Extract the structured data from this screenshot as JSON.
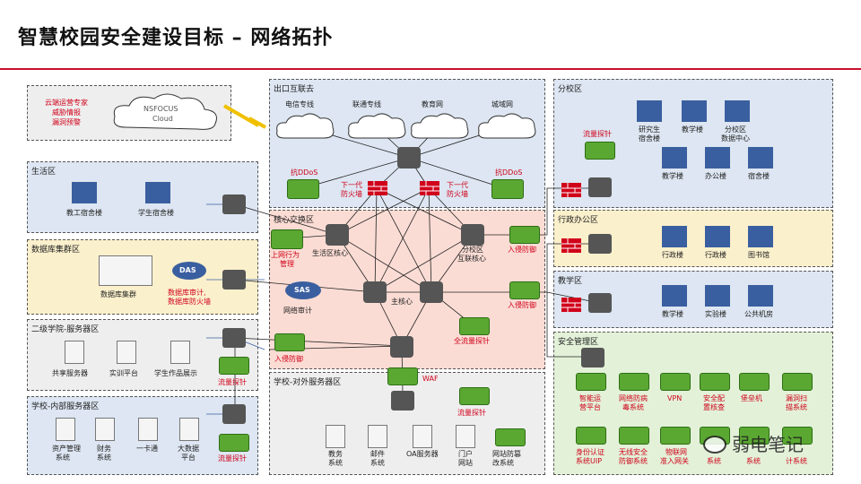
{
  "title": "智慧校园安全建设目标 – 网络拓扑",
  "zones": {
    "cloud": "",
    "internet": "出口互联去",
    "life": "生活区",
    "db": "数据库集群区",
    "college": "二级学院-服务器区",
    "internal": "学校-内部服务器区",
    "core": "核心交换区",
    "external": "学校-对外服务器区",
    "branch": "分校区",
    "admin": "行政办公区",
    "teach": "教学区",
    "secmgmt": "安全管理区"
  },
  "cloud": {
    "name_line1": "NSFOCUS",
    "name_line2": "Cloud",
    "services": [
      "云端运营专家",
      "威胁情报",
      "漏洞预警"
    ]
  },
  "internet": {
    "links": [
      "电信专线",
      "联通专线",
      "教育网",
      "城域网"
    ],
    "anti_ddos": "抗DDoS",
    "ngfw_line1": "下一代",
    "ngfw_line2": "防火墙"
  },
  "life": {
    "items": [
      "教工宿舍楼",
      "学生宿舍楼"
    ]
  },
  "db": {
    "cluster": "数据库集群",
    "das": "DAS",
    "das_label_line1": "数据库审计,",
    "das_label_line2": "数据库防火墙"
  },
  "college": {
    "items": [
      "共享服务器",
      "实训平台",
      "学生作品展示"
    ],
    "probe": "流量探针"
  },
  "internal": {
    "items": [
      [
        "资产管理",
        "系统"
      ],
      [
        "财务",
        "系统"
      ],
      [
        "一卡通",
        ""
      ],
      [
        "大数据",
        "平台"
      ]
    ],
    "probe": "流量探针"
  },
  "core": {
    "behavior_line1": "上网行为",
    "behavior_line2": "管理",
    "life_core": "生活区核心",
    "branch_core_line1": "分校区",
    "branch_core_line2": "互联核心",
    "main_core": "主核心",
    "sas": "SAS",
    "net_audit": "网络审计",
    "ips": "入侵防御",
    "full_probe": "全流量探针"
  },
  "external": {
    "waf": "WAF",
    "probe": "流量探针",
    "items": [
      [
        "教务",
        "系统"
      ],
      [
        "邮件",
        "系统"
      ],
      [
        "OA服务器",
        ""
      ],
      [
        "门户",
        "网站"
      ],
      [
        "网站防篡",
        "改系统"
      ]
    ]
  },
  "branch": {
    "probe": "流量探针",
    "buildings": [
      [
        "研究生",
        "宿舍楼"
      ],
      [
        "教学楼",
        ""
      ],
      [
        "分校区",
        "数据中心"
      ],
      [
        "教学楼",
        ""
      ],
      [
        "办公楼",
        ""
      ],
      [
        "宿舍楼",
        ""
      ]
    ]
  },
  "admin": {
    "buildings": [
      "行政楼",
      "行政楼",
      "图书馆"
    ]
  },
  "teach": {
    "buildings": [
      "教学楼",
      "实验楼",
      "公共机房"
    ]
  },
  "secmgmt": {
    "row1": [
      [
        "智能运",
        "营平台"
      ],
      [
        "网络防病",
        "毒系统"
      ],
      [
        "VPN",
        ""
      ],
      [
        "安全配",
        "置核查"
      ],
      [
        "堡垒机",
        ""
      ],
      [
        "漏洞扫",
        "描系统"
      ]
    ],
    "row2": [
      [
        "身份认证",
        "系统UIP"
      ],
      [
        "无线安全",
        "防御系统"
      ],
      [
        "物联网",
        "准入网关"
      ],
      [
        "",
        "系统"
      ],
      [
        "",
        "系统"
      ],
      [
        "",
        "计系统"
      ]
    ]
  },
  "watermark": "弱电笔记",
  "colors": {
    "accent_red": "#c8102e",
    "device_green": "#5aa832",
    "switch_gray": "#555555",
    "building_blue": "#3a5fa0",
    "firewall_red": "#d0021b",
    "label_red": "#d0021b"
  }
}
